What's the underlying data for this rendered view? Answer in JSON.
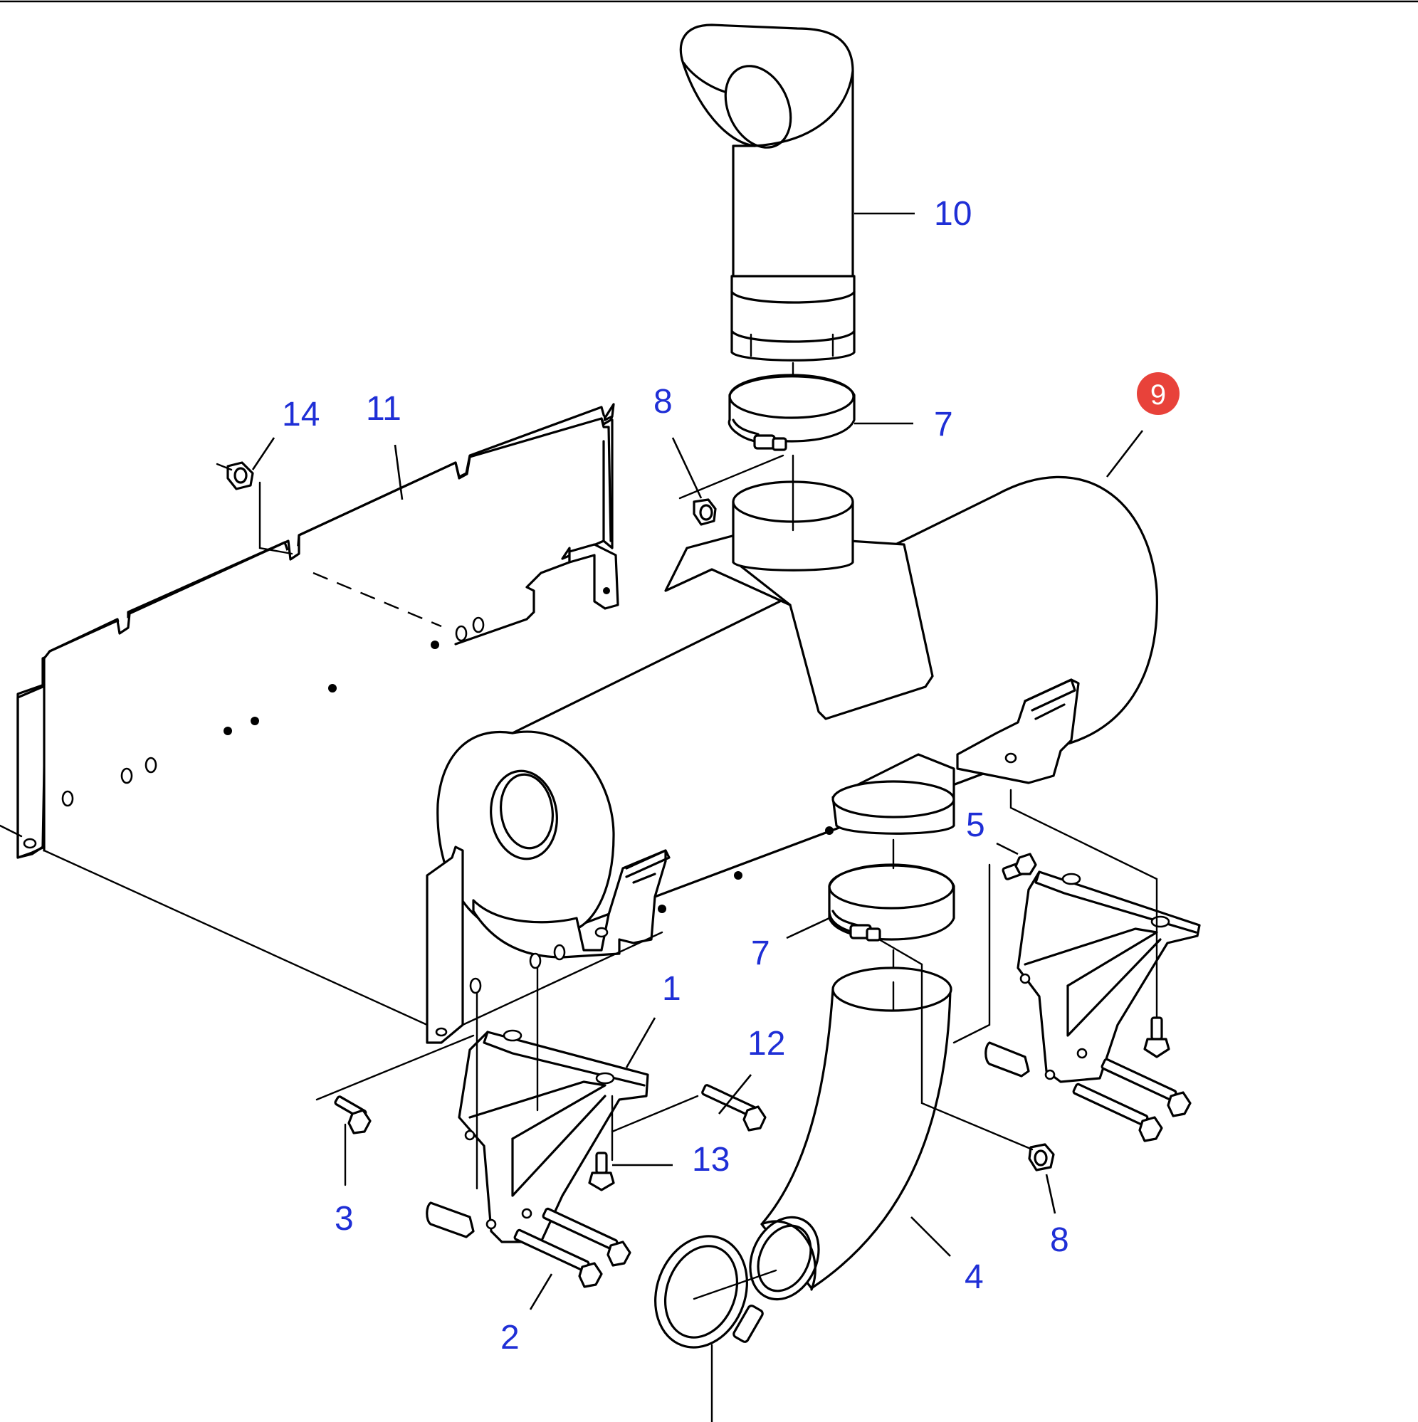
{
  "colors": {
    "callout_text": "#1f2fd6",
    "highlight_fill": "#e8423a",
    "line": "#000000",
    "background": "#ffffff"
  },
  "callouts": [
    {
      "id": "c1",
      "label": "1"
    },
    {
      "id": "c2",
      "label": "2"
    },
    {
      "id": "c3",
      "label": "3"
    },
    {
      "id": "c4",
      "label": "4"
    },
    {
      "id": "c5",
      "label": "5"
    },
    {
      "id": "c7a",
      "label": "7"
    },
    {
      "id": "c7b",
      "label": "7"
    },
    {
      "id": "c8a",
      "label": "8"
    },
    {
      "id": "c8b",
      "label": "8"
    },
    {
      "id": "c9",
      "label": "9",
      "highlighted": true
    },
    {
      "id": "c10",
      "label": "10"
    },
    {
      "id": "c11",
      "label": "11"
    },
    {
      "id": "c12",
      "label": "12"
    },
    {
      "id": "c13",
      "label": "13"
    },
    {
      "id": "c14",
      "label": "14"
    }
  ]
}
